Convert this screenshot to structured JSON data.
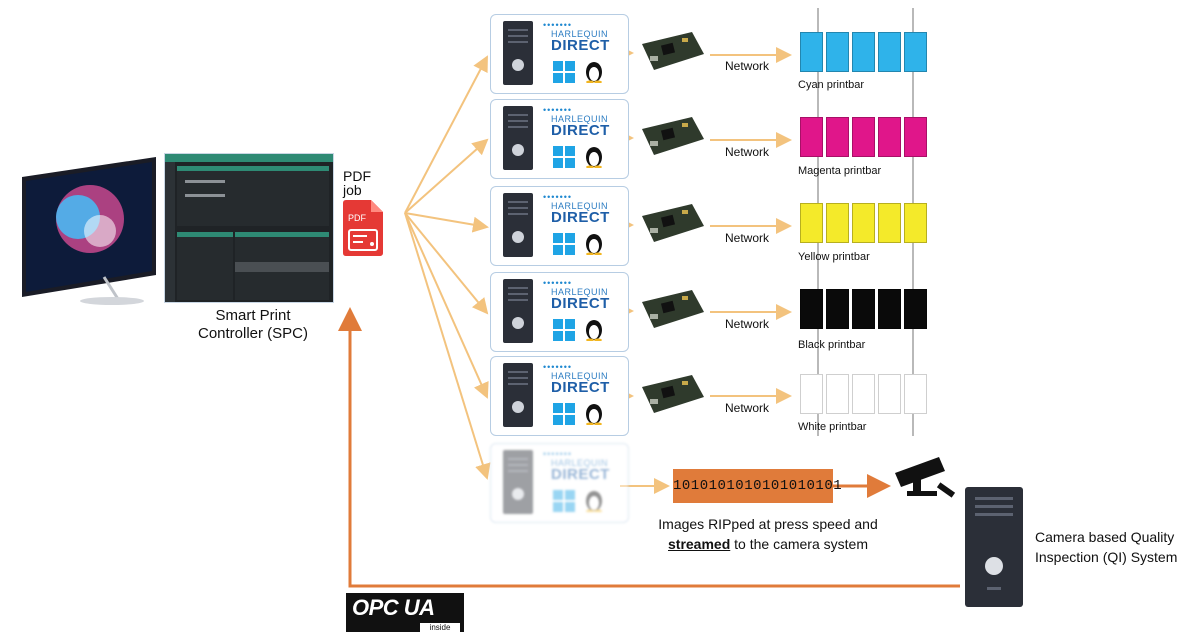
{
  "spc": {
    "label_line1": "Smart Print",
    "label_line2": "Controller (SPC)"
  },
  "pdf": {
    "label_line1": "PDF",
    "label_line2": "job",
    "icon_text": "PDF"
  },
  "harlequin": {
    "dots": "•••••••",
    "brand_top": "HARLEQUIN",
    "brand_main": "DIRECT"
  },
  "network_label": "Network",
  "printbars": [
    {
      "label": "Cyan printbar",
      "color": "#2fb3ea"
    },
    {
      "label": "Magenta printbar",
      "color": "#e0168a"
    },
    {
      "label": "Yellow printbar",
      "color": "#f4ea2a"
    },
    {
      "label": "Black printbar",
      "color": "#0a0a0a"
    },
    {
      "label": "White printbar",
      "color": "#ffffff"
    }
  ],
  "stream": {
    "binary": "1010101010101010101",
    "line1": "Images RIPped at press speed and",
    "line2_bold": "streamed",
    "line2_rest": " to the camera system"
  },
  "qi": {
    "line1": "Camera based Quality",
    "line2": "Inspection (QI) System"
  },
  "opc": {
    "main": "OPC UA",
    "sub": "inside"
  },
  "colors": {
    "arrow": "#f3c37e",
    "feedback": "#e07b3a",
    "board": "#2f3a2c",
    "accent": "#1f5fa8"
  }
}
